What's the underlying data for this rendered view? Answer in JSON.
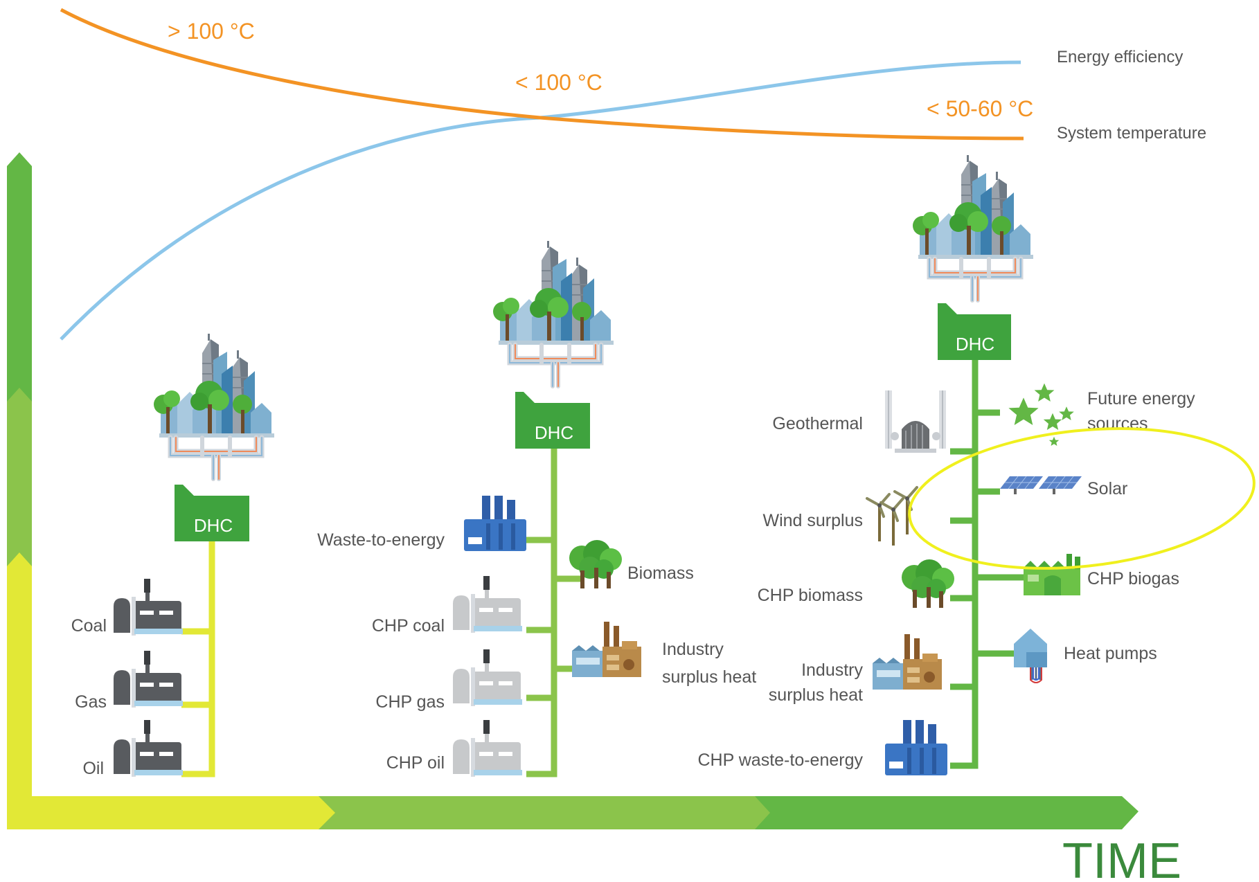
{
  "curves": {
    "system_temperature": {
      "label": "System temperature",
      "color": "#f39324",
      "annotations": [
        "> 100 °C",
        "< 100 °C",
        "< 50-60 °C"
      ]
    },
    "energy_efficiency": {
      "label": "Energy efficiency",
      "color": "#8cc6ea"
    }
  },
  "time_label": "TIME",
  "colors": {
    "yellow": "#e2e836",
    "light_green": "#8bc44b",
    "green": "#63b745",
    "dhc_box": "#3fa33e",
    "factory_dark": "#585b5f",
    "factory_light": "#c7c9cb",
    "highlight_ellipse": "#f0f01e",
    "time_text": "#3b8a3c"
  },
  "stages": [
    {
      "dhc_label": "DHC",
      "sources": [
        "Coal",
        "Gas",
        "Oil"
      ]
    },
    {
      "dhc_label": "DHC",
      "sources_left": [
        "Waste-to-energy",
        "CHP coal",
        "CHP gas",
        "CHP oil"
      ],
      "sources_right": [
        "Biomass",
        "Industry surplus heat"
      ]
    },
    {
      "dhc_label": "DHC",
      "sources_left": [
        "Geothermal",
        "Wind surplus",
        "CHP biomass",
        "Industry surplus heat",
        "CHP waste-to-energy"
      ],
      "sources_right": [
        "Future energy sources",
        "Solar",
        "CHP biogas",
        "Heat pumps"
      ]
    }
  ],
  "icons": [
    "city-icon",
    "pipes-icon",
    "dhc-building-icon",
    "fossil-plant-icon",
    "waste-to-energy-plant-icon",
    "trees-icon",
    "industry-factory-icon",
    "geothermal-plant-icon",
    "wind-turbine-icon",
    "stars-icon",
    "solar-panel-icon",
    "biogas-plant-icon",
    "heat-pump-icon"
  ]
}
